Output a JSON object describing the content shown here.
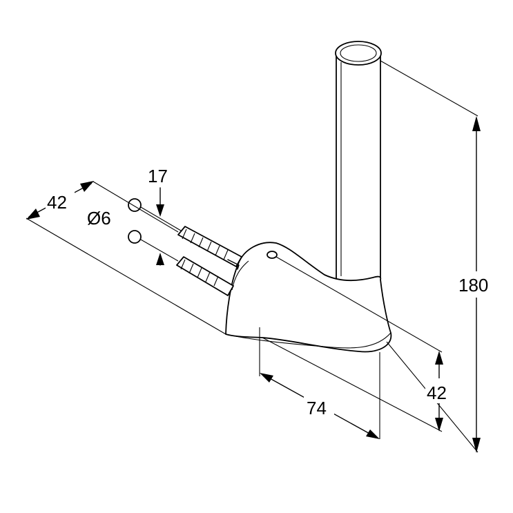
{
  "dimensions": {
    "height": "180",
    "base_depth": "42",
    "base_width": "74",
    "side_depth": "42",
    "plug_offset": "17",
    "hole_diameter": "Ø6"
  }
}
